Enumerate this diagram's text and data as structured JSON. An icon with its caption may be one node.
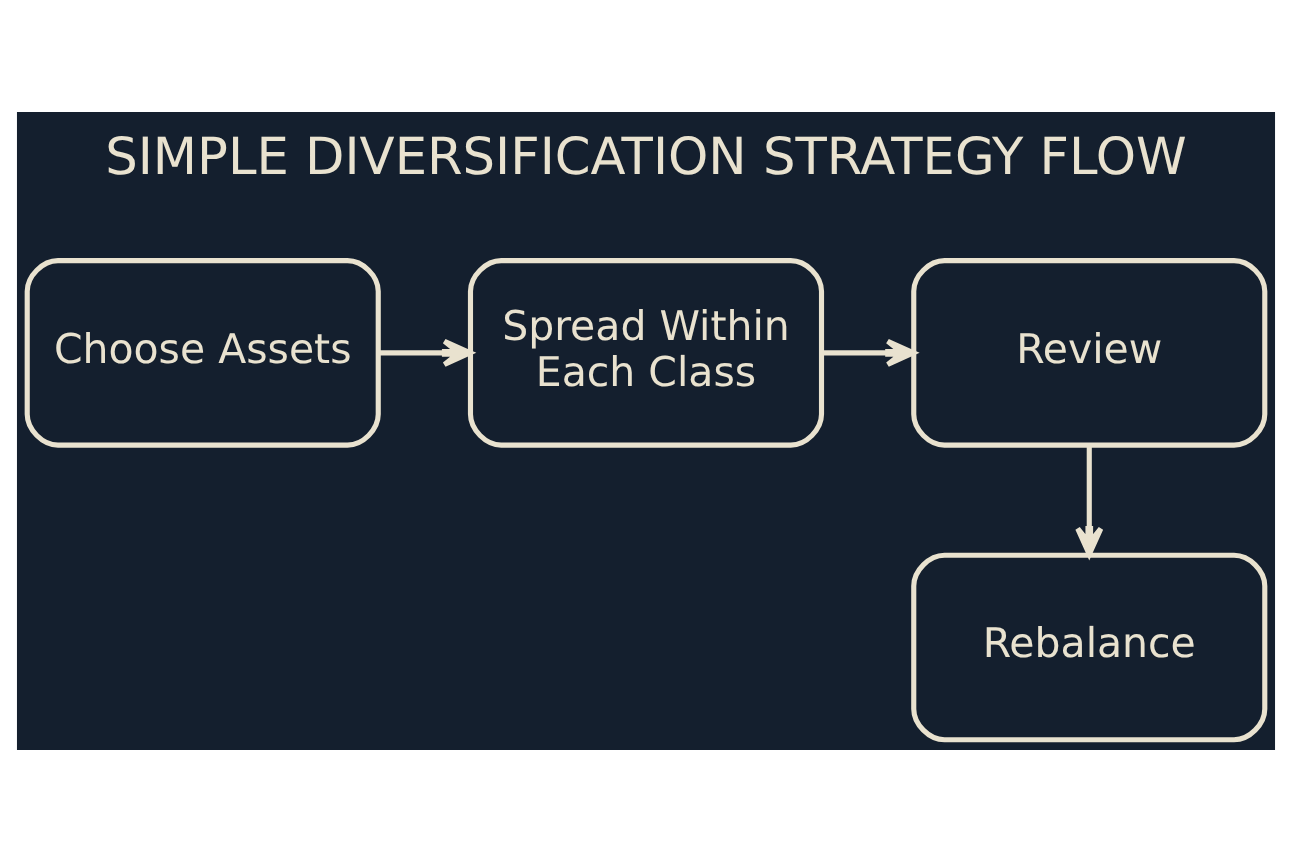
{
  "diagram": {
    "title": "SIMPLE DIVERSIFICATION STRATEGY FLOW",
    "nodes": [
      {
        "text": [
          "Choose Assets"
        ]
      },
      {
        "text": [
          "Spread Within Each Class"
        ]
      },
      {
        "text": [
          "Review"
        ]
      },
      {
        "text": [
          "Rebalance"
        ]
      }
    ],
    "edges": [
      {
        "from": 0,
        "to": 1,
        "arrow": "to"
      },
      {
        "from": 1,
        "to": 2,
        "arrow": "to"
      },
      {
        "from": 2,
        "to": 3,
        "arrow": "to"
      }
    ]
  }
}
